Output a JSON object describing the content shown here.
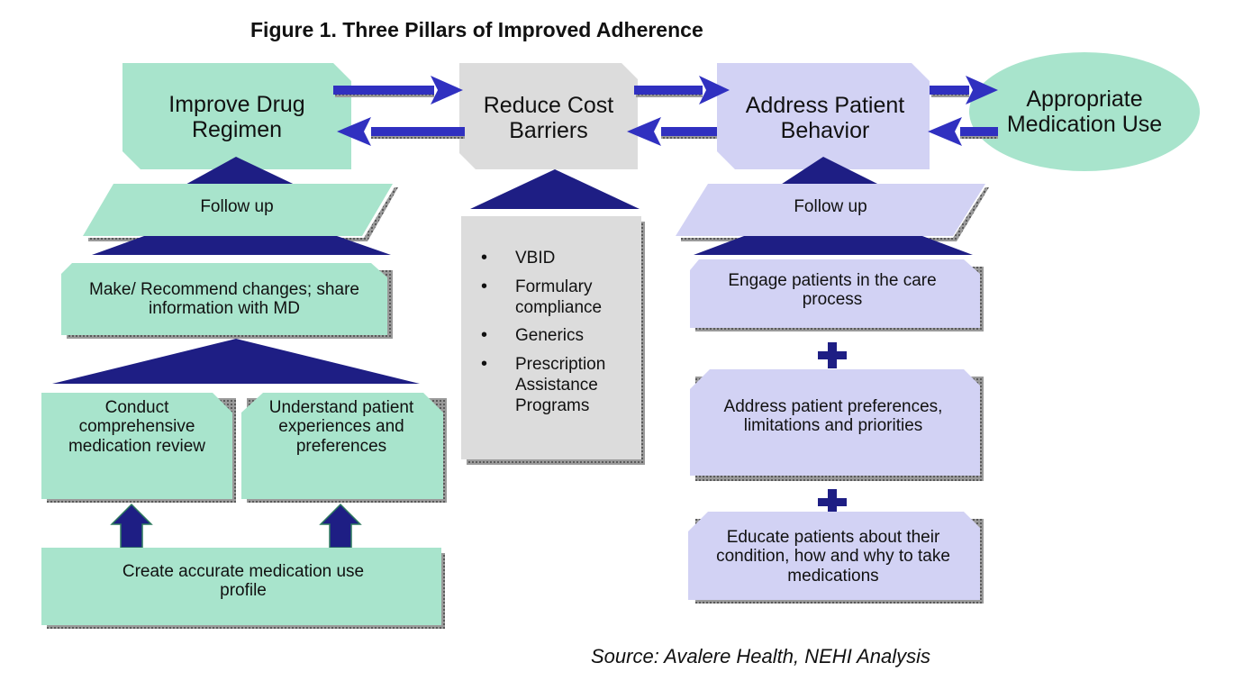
{
  "title": "Figure 1. Three Pillars of Improved Adherence",
  "source": "Source: Avalere Health, NEHI Analysis",
  "colors": {
    "green": "#a8e4cc",
    "gray": "#dcdcdc",
    "lavender": "#d2d2f4",
    "arrow_blue": "#3030c0",
    "navy": "#1e1e84"
  },
  "top_row": {
    "improve": "Improve Drug Regimen",
    "reduce": "Reduce Cost Barriers",
    "address": "Address Patient Behavior",
    "outcome": "Appropriate Medication Use"
  },
  "left_pillar": {
    "follow_up": "Follow up",
    "recommend": "Make/ Recommend changes; share information with MD",
    "review": "Conduct comprehensive medication review",
    "understand": "Understand patient experiences and preferences",
    "profile": "Create accurate medication use profile"
  },
  "middle_pillar": {
    "items": [
      "VBID",
      "Formulary compliance",
      "Generics",
      "Prescription Assistance Programs"
    ]
  },
  "right_pillar": {
    "follow_up": "Follow up",
    "engage": "Engage patients in the care process",
    "preferences": "Address patient preferences, limitations and priorities",
    "educate": "Educate patients about their condition, how and why to take medications",
    "plus_icon": "+"
  }
}
